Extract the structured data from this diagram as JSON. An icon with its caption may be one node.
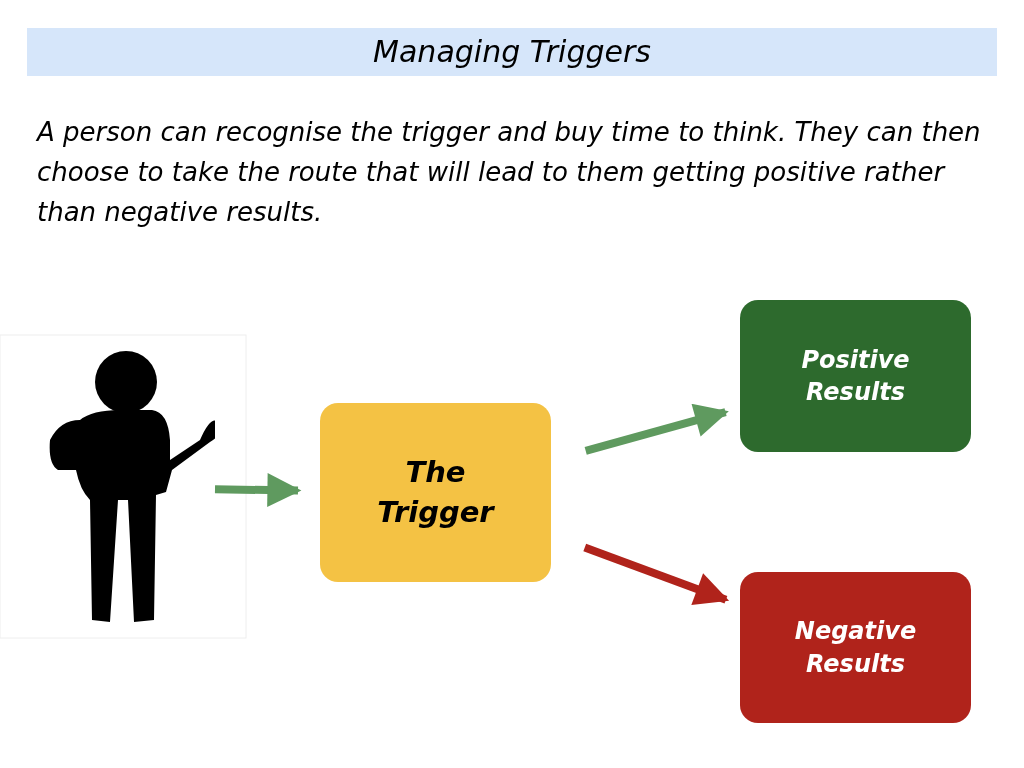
{
  "diagram": {
    "title": "Managing Triggers",
    "nodes": [
      {
        "text": [],
        "shape": "person"
      },
      {
        "text": [
          "The Trigger"
        ]
      },
      {
        "text": [
          "Positive Results"
        ]
      },
      {
        "text": [
          "Negative Results"
        ]
      }
    ],
    "edges": [
      {
        "from": 0,
        "to": 1,
        "arrow": "to"
      },
      {
        "from": 1,
        "to": 2,
        "arrow": "to"
      },
      {
        "from": 1,
        "to": 3,
        "arrow": "to",
        "color": "#b0231b"
      }
    ],
    "labels": [
      "A person can recognise the trigger and buy time to think. They can then choose to take the route that will lead to them getting positive rather than negative results."
    ]
  }
}
